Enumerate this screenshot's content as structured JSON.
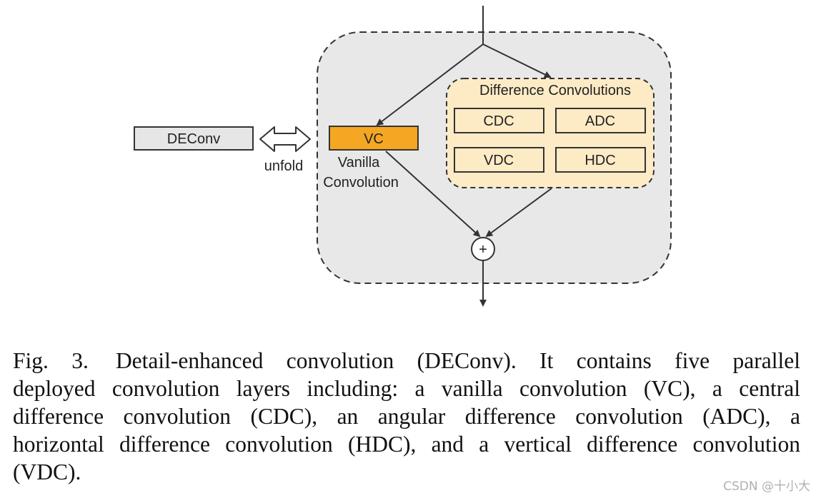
{
  "diagram": {
    "outer_box": {
      "fill": "#e8e8e8",
      "stroke": "#333333"
    },
    "deconv_box": {
      "label": "DEConv",
      "fill": "#e6e6e6"
    },
    "unfold_label": "unfold",
    "vc_box": {
      "label": "VC",
      "fill": "#f5a623"
    },
    "vc_caption": [
      "Vanilla",
      "Convolution"
    ],
    "diff_group": {
      "title": "Difference Convolutions",
      "fill": "#fdebc6",
      "boxes": [
        "CDC",
        "ADC",
        "VDC",
        "HDC"
      ]
    },
    "sum_symbol": "+"
  },
  "caption": {
    "fig_label": "Fig. 3.",
    "lines": [
      "Detail-enhanced convolution (DEConv). It contains five parallel",
      "deployed convolution layers including: a vanilla convolution (VC), a central",
      "difference convolution (CDC), an angular difference convolution (ADC), a",
      "horizontal difference convolution (HDC), and a vertical difference convolution",
      "(VDC)."
    ]
  },
  "watermark": "CSDN @十小大"
}
